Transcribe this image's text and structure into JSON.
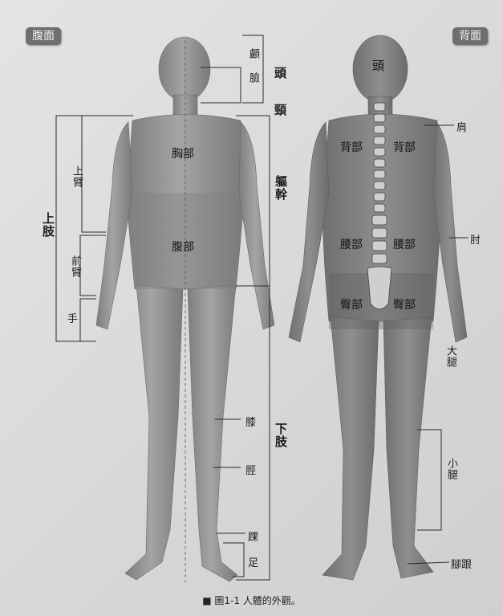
{
  "badges": {
    "front": "腹面",
    "back": "背面"
  },
  "front": {
    "chin_cheek": [
      "顱",
      "臉"
    ],
    "head": "頭",
    "neck": "頸",
    "trunk": "軀幹",
    "chest": "胸部",
    "abdomen": "腹部",
    "upper_limb": "上肢",
    "upper_arm": "上臂",
    "forearm": "前臂",
    "hand": "手",
    "lower_limb": "下肢",
    "knee": "膝",
    "shin": "脛",
    "ankle": "踝",
    "foot": "足"
  },
  "back": {
    "head": "頭",
    "shoulder": "肩",
    "back_l": "背部",
    "back_r": "背部",
    "elbow": "肘",
    "waist_l": "腰部",
    "waist_r": "腰部",
    "hip_l": "臀部",
    "hip_r": "臀部",
    "thigh": "大腿",
    "calf": "小腿",
    "heel": "腳跟"
  },
  "caption": "■ 圖1-1  人體的外觀。",
  "colors": {
    "body": "#8e8e8e",
    "body_dark": "#7a7a7a",
    "line": "#2a2a2a"
  }
}
